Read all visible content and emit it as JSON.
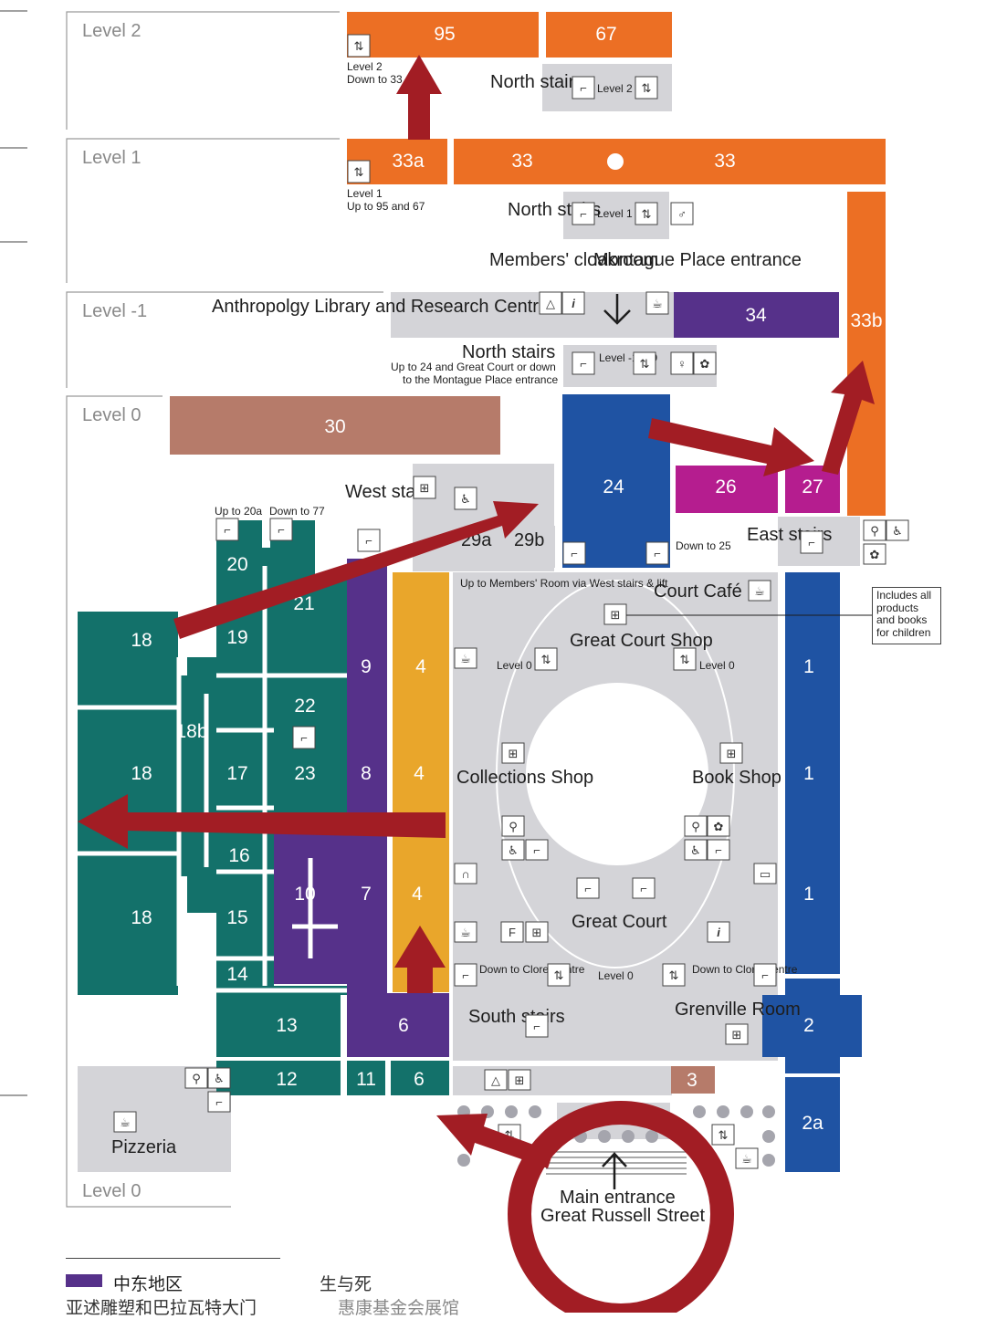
{
  "colors": {
    "orange": "#ec6f24",
    "purple": "#56318a",
    "magenta": "#b51d8f",
    "blue": "#1f53a3",
    "teal": "#13716a",
    "gold": "#e9a62b",
    "brown": "#b67b6a",
    "grey": "#d4d4d8",
    "red": "#a21d24"
  },
  "levels": {
    "level2": "Level 2",
    "level1": "Level 1",
    "level_minus1": "Level -1",
    "level0": "Level 0",
    "level0_bottom": "Level 0"
  },
  "rooms": {
    "r95": "95",
    "r67": "67",
    "r33a": "33a",
    "r33_left": "33",
    "r33_right": "33",
    "r33b": "33b",
    "r34": "34",
    "r30": "30",
    "r24": "24",
    "r26": "26",
    "r27": "27",
    "r29a": "29a",
    "r29b": "29b",
    "r20": "20",
    "r21": "21",
    "r19": "19",
    "r18_top": "18",
    "r18_mid": "18",
    "r18_bot": "18",
    "r18b": "18b",
    "r22": "22",
    "r17": "17",
    "r23": "23",
    "r16": "16",
    "r15": "15",
    "r10": "10",
    "r14": "14",
    "r13": "13",
    "r12": "12",
    "r11": "11",
    "r9": "9",
    "r8": "8",
    "r7": "7",
    "r6_top": "6",
    "r6_bot": "6",
    "r4_top": "4",
    "r4_mid": "4",
    "r4_bot": "4",
    "r1_top": "1",
    "r1_mid": "1",
    "r1_bot": "1",
    "r2": "2",
    "r2a": "2a",
    "r3": "3"
  },
  "labels": {
    "north_stairs_l2": "North stairs",
    "level2_down": "Level 2",
    "level2_down2": "Down to 33",
    "level2_sign": "Level 2",
    "north_stairs_l1": "North stairs",
    "level1_up": "Level 1",
    "level1_up2": "Up to 95 and 67",
    "level1_sign": "Level 1",
    "members_cloakroom": "Members' cloakroom",
    "montague_entrance": "Montague Place entrance",
    "anthropology": "Anthropolgy Library and Research Centre",
    "north_stairs_lm1": "North stairs",
    "north_stairs_lm1_sub1": "Up to 24 and Great Court or down",
    "north_stairs_lm1_sub2": "to the Montague Place entrance",
    "level_m1_0": "Level -1 & 0",
    "west_stairs": "West stairs",
    "up_to_20a": "Up to 20a",
    "down_to_77": "Down to 77",
    "down_to_25": "Down to 25",
    "east_stairs": "East stairs",
    "up_to_members": "Up to Members' Room via West stairs & lift",
    "court_cafe": "Court Café",
    "great_court_shop": "Great Court Shop",
    "level0_a": "Level 0",
    "level0_b": "Level 0",
    "collections_shop": "Collections Shop",
    "book_shop": "Book Shop",
    "great_court": "Great Court",
    "down_clore_l": "Down to Clore Centre",
    "down_clore_r": "Down to Clore Centre",
    "level0_c": "Level 0",
    "south_stairs": "South stairs",
    "grenville_room": "Grenville Room",
    "pizzeria": "Pizzeria",
    "main_entrance": "Main entrance",
    "great_russell": "Great Russell Street",
    "callout": "Includes all products and books for children"
  },
  "legend": {
    "middle_east": "中东地区",
    "assyrian": "亚述雕塑和巴拉瓦特大门",
    "life_death": "生与死",
    "wellcome": "惠康基金会展馆"
  },
  "icons": [
    "lift-icon",
    "stairs-icon",
    "toilet-icon",
    "accessible-icon",
    "cafe-icon",
    "shop-icon",
    "info-icon",
    "cloakroom-icon",
    "audio-guide-icon",
    "baby-change-icon",
    "ticket-icon",
    "food-icon"
  ]
}
